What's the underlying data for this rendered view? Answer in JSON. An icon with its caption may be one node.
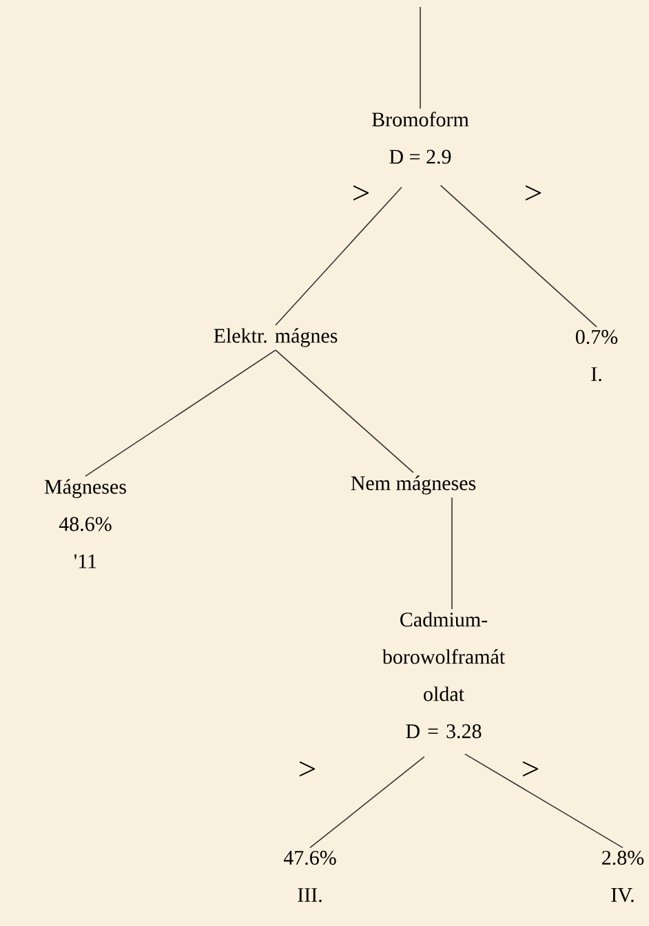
{
  "diagram": {
    "nodes": [
      {
        "text": [
          "Bromoform",
          "D = 2.9"
        ]
      },
      {
        "text": [
          "Elektr. mágnes"
        ]
      },
      {
        "text": [
          "0.7%",
          "I."
        ]
      },
      {
        "text": [
          "Mágneses",
          "48.6%",
          "'11"
        ]
      },
      {
        "text": [
          "Nem mágneses"
        ]
      },
      {
        "text": [
          "Cadmium-borowolframát oldat",
          "D = 3.28"
        ]
      },
      {
        "text": [
          "47.6%",
          "III."
        ]
      },
      {
        "text": [
          "2.8%",
          "IV."
        ]
      }
    ],
    "edges": [
      {
        "from": null,
        "to": 0,
        "arrow": "none"
      },
      {
        "from": 0,
        "to": 1,
        "arrow": "none"
      },
      {
        "from": 0,
        "to": 2,
        "arrow": "none"
      },
      {
        "from": 1,
        "to": 3,
        "arrow": "none"
      },
      {
        "from": 1,
        "to": 4,
        "arrow": "none"
      },
      {
        "from": 4,
        "to": 5,
        "arrow": "none"
      },
      {
        "from": 5,
        "to": 6,
        "arrow": "none"
      },
      {
        "from": 5,
        "to": 7,
        "arrow": "none"
      }
    ],
    "labels": [
      ">",
      ">",
      ">",
      ">"
    ]
  }
}
